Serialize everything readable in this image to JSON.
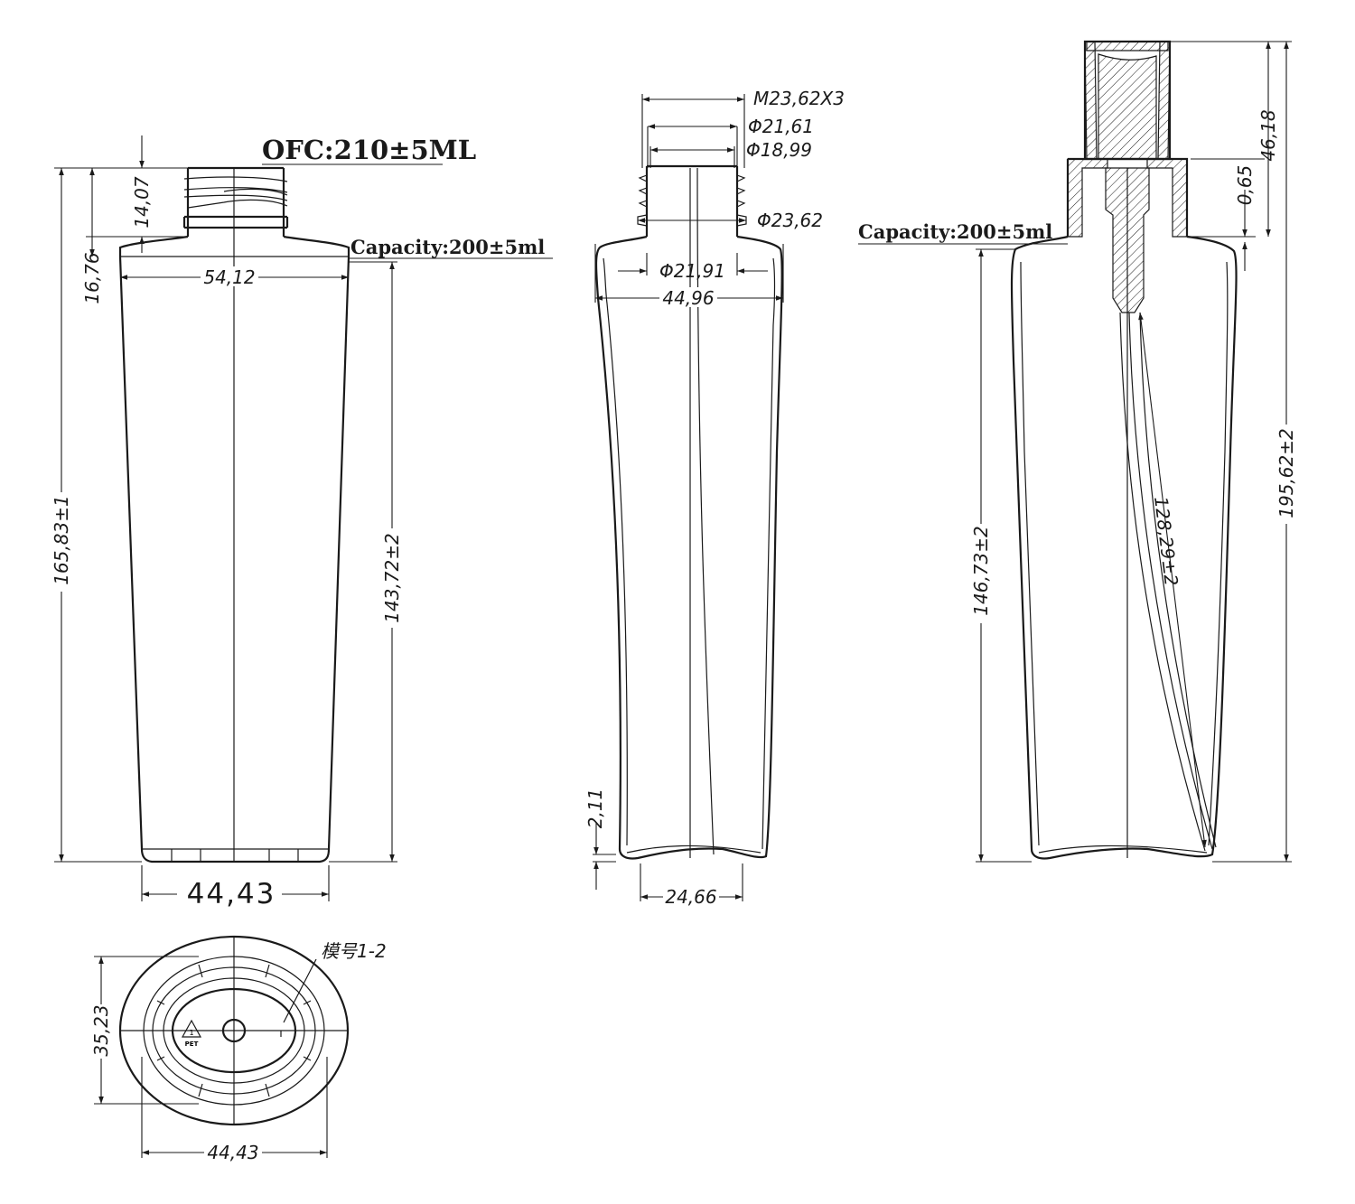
{
  "front_view": {
    "ofc_label": "OFC:210±5ML",
    "capacity_label": "Capacity:200±5ml",
    "dim_neck_height": "14,07",
    "dim_shoulder_height": "16,76",
    "dim_total_height": "165,83±1",
    "dim_body_height": "143,72±2",
    "dim_shoulder_width": "54,12",
    "dim_base_width": "44,43"
  },
  "side_view": {
    "dim_thread": "M23,62X3",
    "dim_d1": "Φ21,61",
    "dim_d2": "Φ18,99",
    "dim_d3": "Φ23,62",
    "dim_d4": "Φ21,91",
    "dim_width": "44,96",
    "dim_base_offset": "2,11",
    "dim_base_width": "24,66"
  },
  "assembly_view": {
    "capacity_label": "Capacity:200±5ml",
    "dim_cap_height": "46,18",
    "dim_gap": "0,65",
    "dim_total_height": "195,62±2",
    "dim_body_height": "146,73±2",
    "dim_tube_length": "128,29±2"
  },
  "bottom_view": {
    "mold_label": "模号1-2",
    "dim_depth": "35,23",
    "dim_width": "44,43",
    "recycle_label": "PET",
    "recycle_number": "1"
  }
}
